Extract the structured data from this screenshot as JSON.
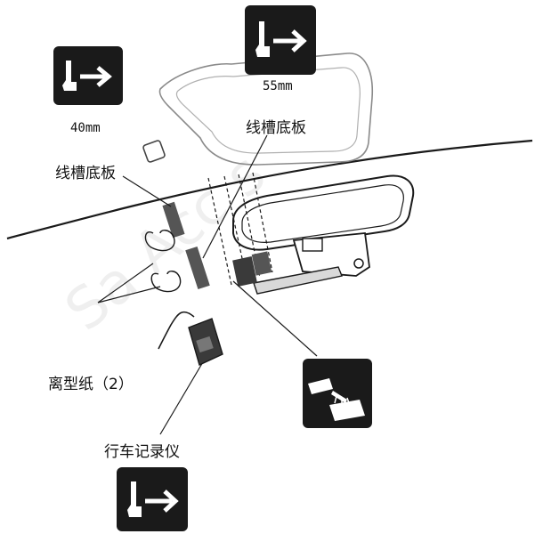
{
  "labels": {
    "measure_40": "40mm",
    "measure_55": "55mm",
    "cable_trough_base_left": "线槽底板",
    "cable_trough_base_right": "线槽底板",
    "release_paper": "离型纸（2）",
    "dash_cam": "行车记录仪"
  },
  "watermark_text": "Sa Acc s",
  "icons": {
    "push_top_left": "push-hand-icon",
    "push_top_center": "push-hand-icon",
    "push_bottom": "push-hand-icon",
    "wipe_surface": "cleaning-cloth-icon"
  },
  "colors": {
    "line": "#1a1a1a",
    "icon_bg": "#1a1a1a",
    "icon_fg": "#ffffff",
    "part_dark": "#3a3a3a"
  }
}
